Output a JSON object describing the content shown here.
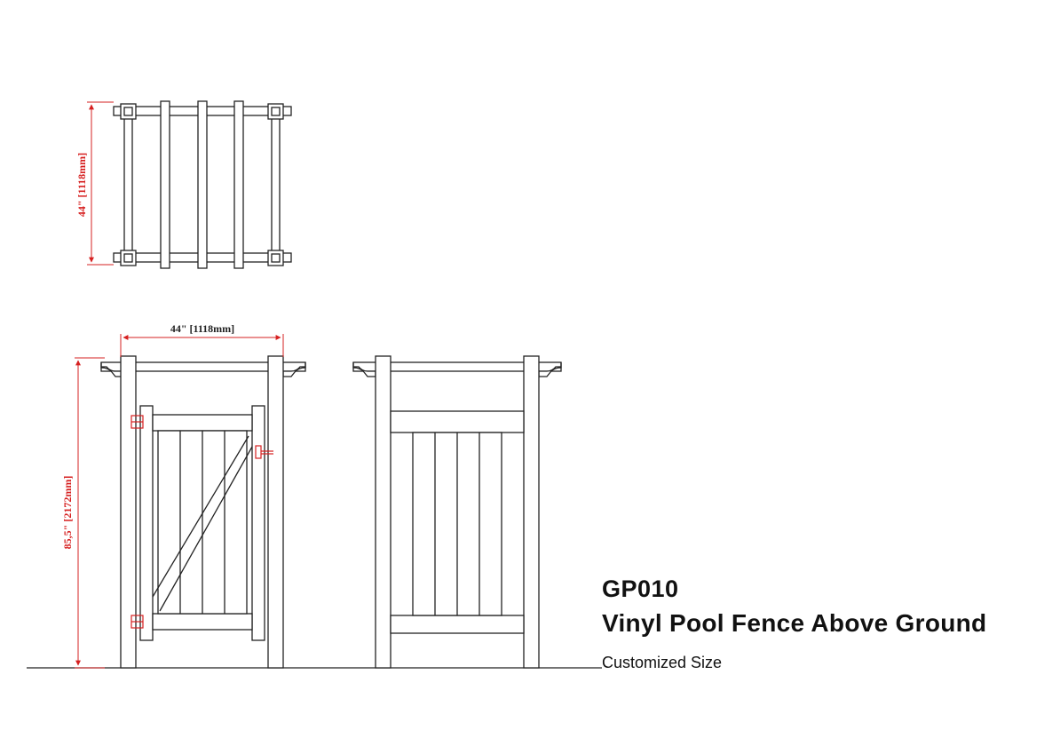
{
  "drawing": {
    "top_view_depth": "44\" [1118mm]",
    "front_view_width": "44\" [1118mm]",
    "front_view_height": "85,5\" [2172mm]"
  },
  "product": {
    "code": "GP010",
    "title": "Vinyl Pool Fence Above Ground",
    "note": "Customized Size"
  },
  "colors": {
    "line": "#222222",
    "dimension": "#d62020",
    "hardware": "#d62020"
  }
}
